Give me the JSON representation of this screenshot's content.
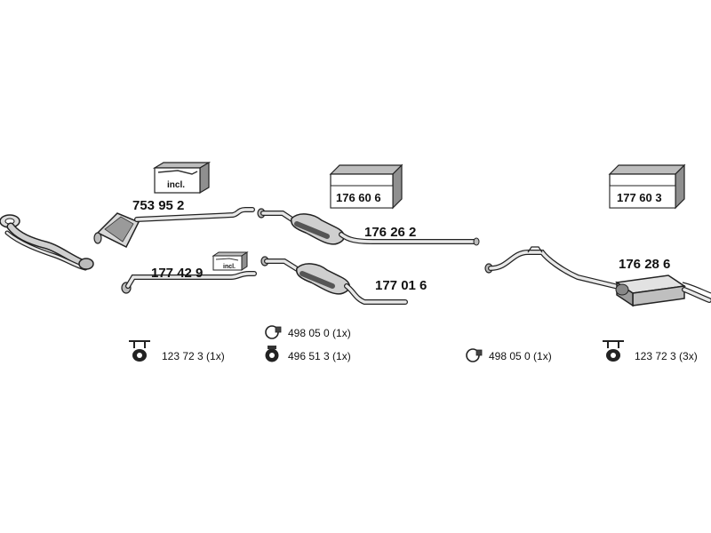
{
  "boxes": {
    "box_1": "176 60 6",
    "box_2": "177 60 3",
    "incl_large": "incl.",
    "incl_small": "incl."
  },
  "parts": {
    "cat_converter": "753 95 2",
    "center_pipe_a": "177 42 9",
    "middle_muffler_a": "176 26 2",
    "middle_muffler_b": "177 01 6",
    "rear_muffler": "176 28 6"
  },
  "accessories": {
    "clamp_left": "498 05 0 (1x)",
    "gasket_left": "496 51 3 (1x)",
    "hanger_left": "123 72 3 (1x)",
    "clamp_right": "498 05 0 (1x)",
    "hanger_right": "123 72 3 (3x)"
  }
}
